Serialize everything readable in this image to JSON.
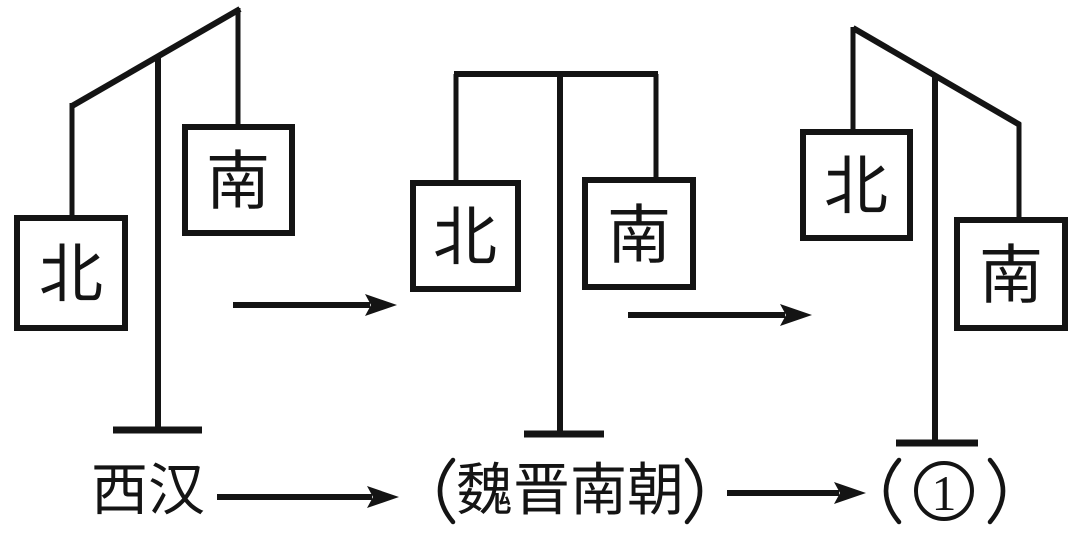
{
  "diagram": {
    "type": "balance-scale-flow",
    "balances": [
      {
        "name": "western-han",
        "left_weight_label": "北",
        "right_weight_label": "南",
        "tilt": "left-down",
        "period_label": "西汉",
        "period_text": "西汉"
      },
      {
        "name": "wei-jin-southern-dynasties",
        "left_weight_label": "北",
        "right_weight_label": "南",
        "tilt": "balanced",
        "period_label": "（魏晋南朝）",
        "period_text": "魏晋南朝"
      },
      {
        "name": "blank-stage-1",
        "left_weight_label": "北",
        "right_weight_label": "南",
        "tilt": "right-down",
        "period_label": "（①）",
        "period_text": "①",
        "circled_number": "1"
      }
    ],
    "colors": {
      "ink": "#141414",
      "background": "#ffffff"
    }
  }
}
